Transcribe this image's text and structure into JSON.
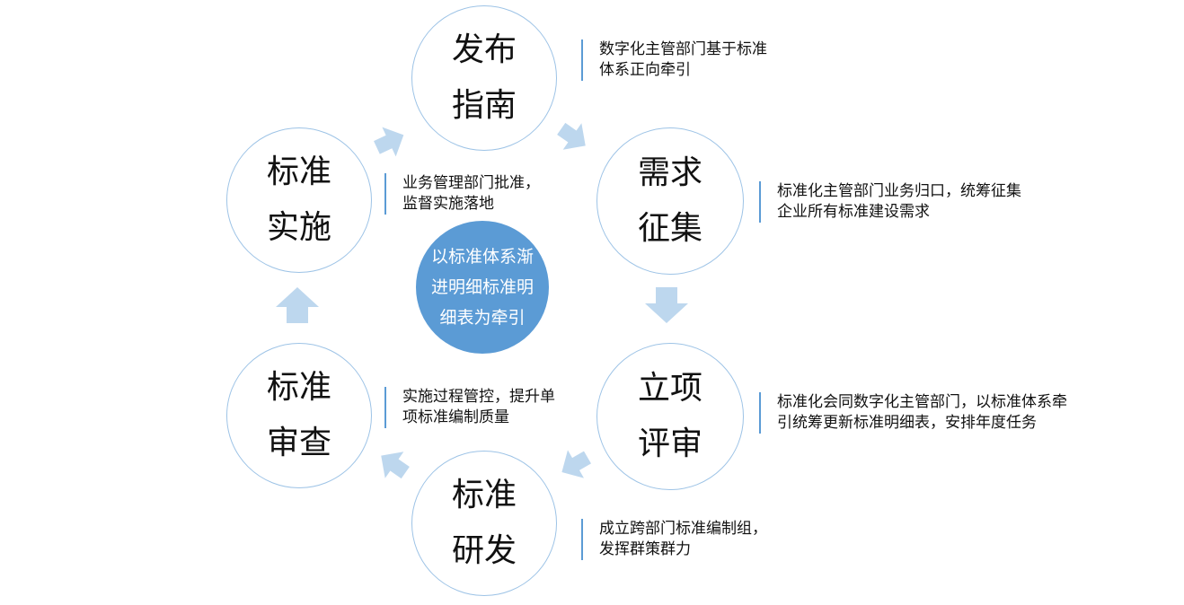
{
  "cycle": {
    "nodes": [
      {
        "id": "publish-guide",
        "line1": "发布",
        "line2": "指南"
      },
      {
        "id": "demand-collection",
        "line1": "需求",
        "line2": "征集"
      },
      {
        "id": "project-review",
        "line1": "立项",
        "line2": "评审"
      },
      {
        "id": "standard-development",
        "line1": "标准",
        "line2": "研发"
      },
      {
        "id": "standard-review",
        "line1": "标准",
        "line2": "审查"
      },
      {
        "id": "standard-implementation",
        "line1": "标准",
        "line2": "实施"
      }
    ],
    "center": {
      "line1": "以标准体系渐",
      "line2": "进明细标准明",
      "line3": "细表为牵引"
    },
    "notes": [
      {
        "line1": "数字化主管部门基于标准",
        "line2": "体系正向牵引"
      },
      {
        "line1": "标准化主管部门业务归口，统筹征集",
        "line2": "企业所有标准建设需求"
      },
      {
        "line1": "标准化会同数字化主管部门，以标准体系牵",
        "line2": "引统筹更新标准明细表，安排年度任务"
      },
      {
        "line1": "成立跨部门标准编制组，",
        "line2": "发挥群策群力"
      },
      {
        "line1": "实施过程管控，提升单",
        "line2": "项标准编制质量"
      },
      {
        "line1": "业务管理部门批准，",
        "line2": "监督实施落地"
      }
    ]
  },
  "colors": {
    "node_border": "#9dc3e6",
    "arrow_fill": "#bdd7ee",
    "center_fill": "#5b9bd5",
    "note_bar": "#5b9bd5"
  }
}
